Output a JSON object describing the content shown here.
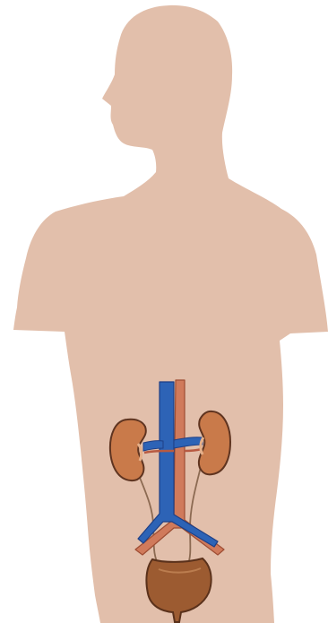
{
  "diagram": {
    "palette": {
      "background": "#ffffff",
      "silhouette": "#e2bfab",
      "kidney": "#c97a4a",
      "kidney_outline": "#5f3420",
      "artery": "#d07a5b",
      "vein": "#2d63b6",
      "vein_dark": "#1e3f86",
      "ureter": "#8c6a52",
      "bladder": "#9c5b31",
      "bladder_outline": "#5a311b"
    },
    "parts": [
      {
        "name": "body-silhouette"
      },
      {
        "name": "left-kidney"
      },
      {
        "name": "right-kidney"
      },
      {
        "name": "inferior-vena-cava"
      },
      {
        "name": "aorta"
      },
      {
        "name": "left-ureter"
      },
      {
        "name": "right-ureter"
      },
      {
        "name": "urinary-bladder"
      }
    ]
  }
}
